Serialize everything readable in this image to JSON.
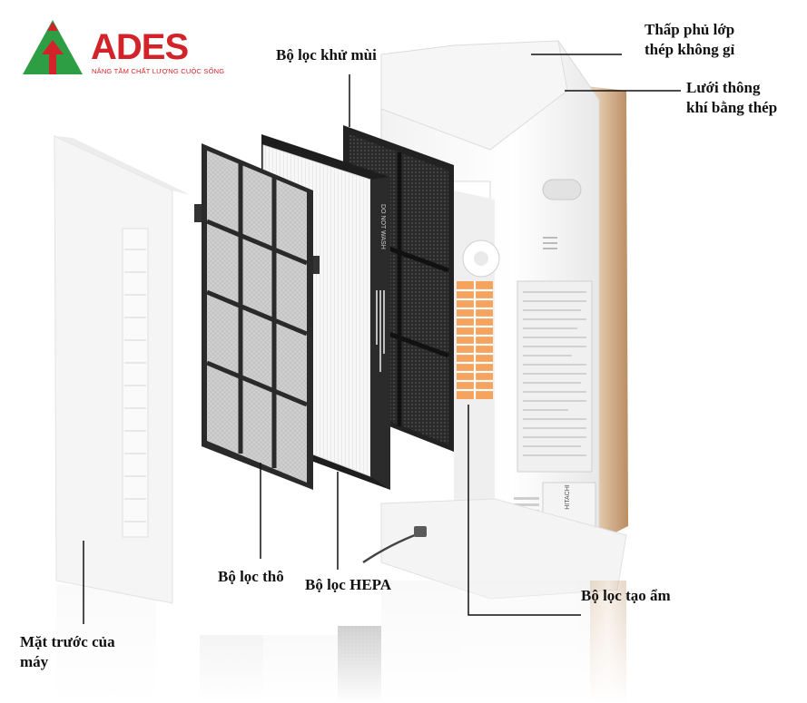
{
  "logo": {
    "brand": "ADES",
    "tagline": "NÂNG TẦM CHẤT LƯỢNG CUỘC SỐNG",
    "colors": {
      "red": "#d2232a",
      "green": "#2e9e45"
    }
  },
  "labels": {
    "stainless_top_line1": "Thấp phủ lớp",
    "stainless_top_line2": "thép không gỉ",
    "steel_vent_line1": "Lưới thông",
    "steel_vent_line2": "khí bằng thép",
    "deodorizing_filter": "Bộ lọc khử mùi",
    "pre_filter": "Bộ lọc thô",
    "hepa_filter": "Bộ lọc HEPA",
    "humidifying_filter": "Bộ lọc tạo ẩm",
    "front_panel_line1": "Mặt trước của",
    "front_panel_line2": "máy"
  },
  "product_marks": {
    "unit_brand": "HITACHI",
    "hepa_side": "DO NOT WASH"
  }
}
